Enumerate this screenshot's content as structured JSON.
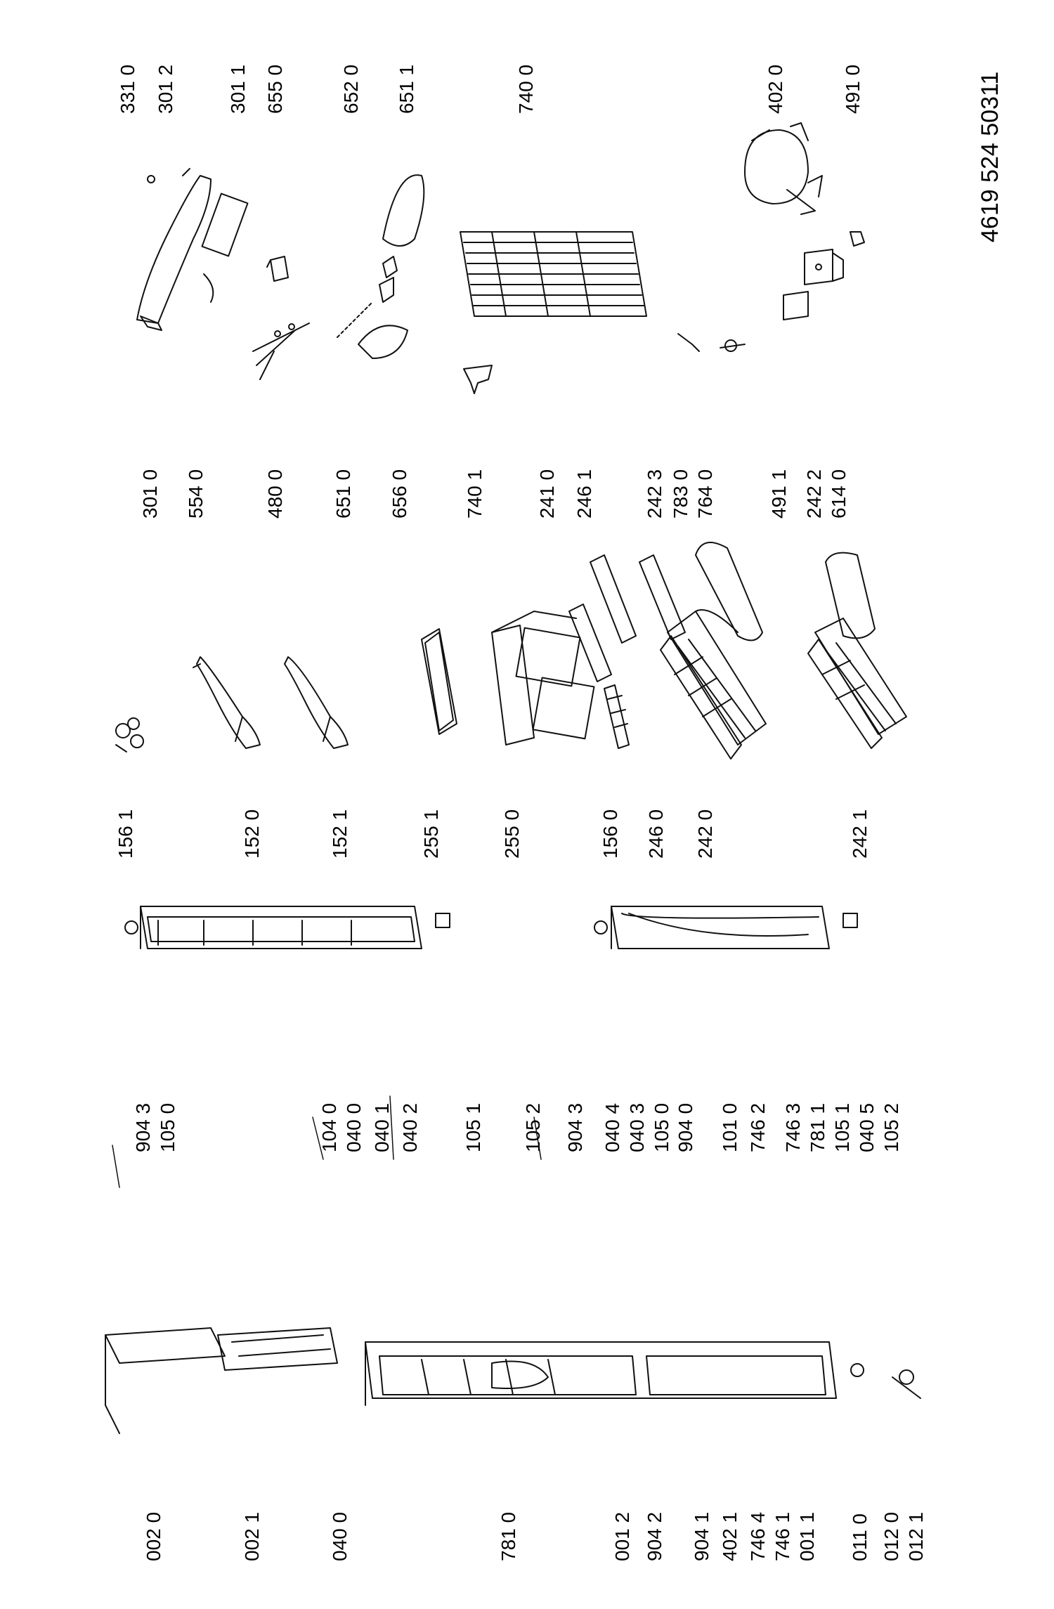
{
  "document_number": "4619 524 50311",
  "labels": {
    "l3310": "331 0",
    "l3012": "301 2",
    "l3011": "301 1",
    "l6550": "655 0",
    "l6520": "652 0",
    "l6511": "651 1",
    "l7400": "740 0",
    "l4020": "402 0",
    "l4910": "491 0",
    "l3010": "301 0",
    "l5540": "554 0",
    "l4800": "480 0",
    "l6510": "651 0",
    "l6560": "656 0",
    "l7401": "740 1",
    "l2410": "241 0",
    "l2461": "246 1",
    "l2423": "242 3",
    "l7830": "783 0",
    "l7640": "764 0",
    "l4911": "491 1",
    "l2422": "242 2",
    "l6140": "614 0",
    "l1561": "156 1",
    "l1520": "152 0",
    "l1521": "152 1",
    "l2551": "255 1",
    "l2550": "255 0",
    "l1560": "156 0",
    "l2460": "246 0",
    "l2420": "242 0",
    "l2421": "242 1",
    "l9043a": "904 3",
    "l1050a": "105 0",
    "l1040": "104 0",
    "l0400": "040 0",
    "l0401": "040 1",
    "l0402": "040 2",
    "l1051a": "105 1",
    "l1052a": "105 2",
    "l9043b": "904 3",
    "l0404": "040 4",
    "l0403": "040 3",
    "l1050b": "105 0",
    "l9040": "904 0",
    "l1010": "101 0",
    "l7462": "746 2",
    "l7463": "746 3",
    "l7811": "781 1",
    "l1051b": "105 1",
    "l0405": "040 5",
    "l1052b": "105 2",
    "l0020": "002 0",
    "l0021": "002 1",
    "l0400b": "040 0",
    "l7810": "781 0",
    "l0012": "001 2",
    "l9042": "904 2",
    "l9041": "904 1",
    "l4021": "402 1",
    "l7464": "746 4",
    "l7461": "746 1",
    "l0011": "001 1",
    "l0110": "011 0",
    "l0120": "012 0",
    "l0121": "012 1"
  }
}
